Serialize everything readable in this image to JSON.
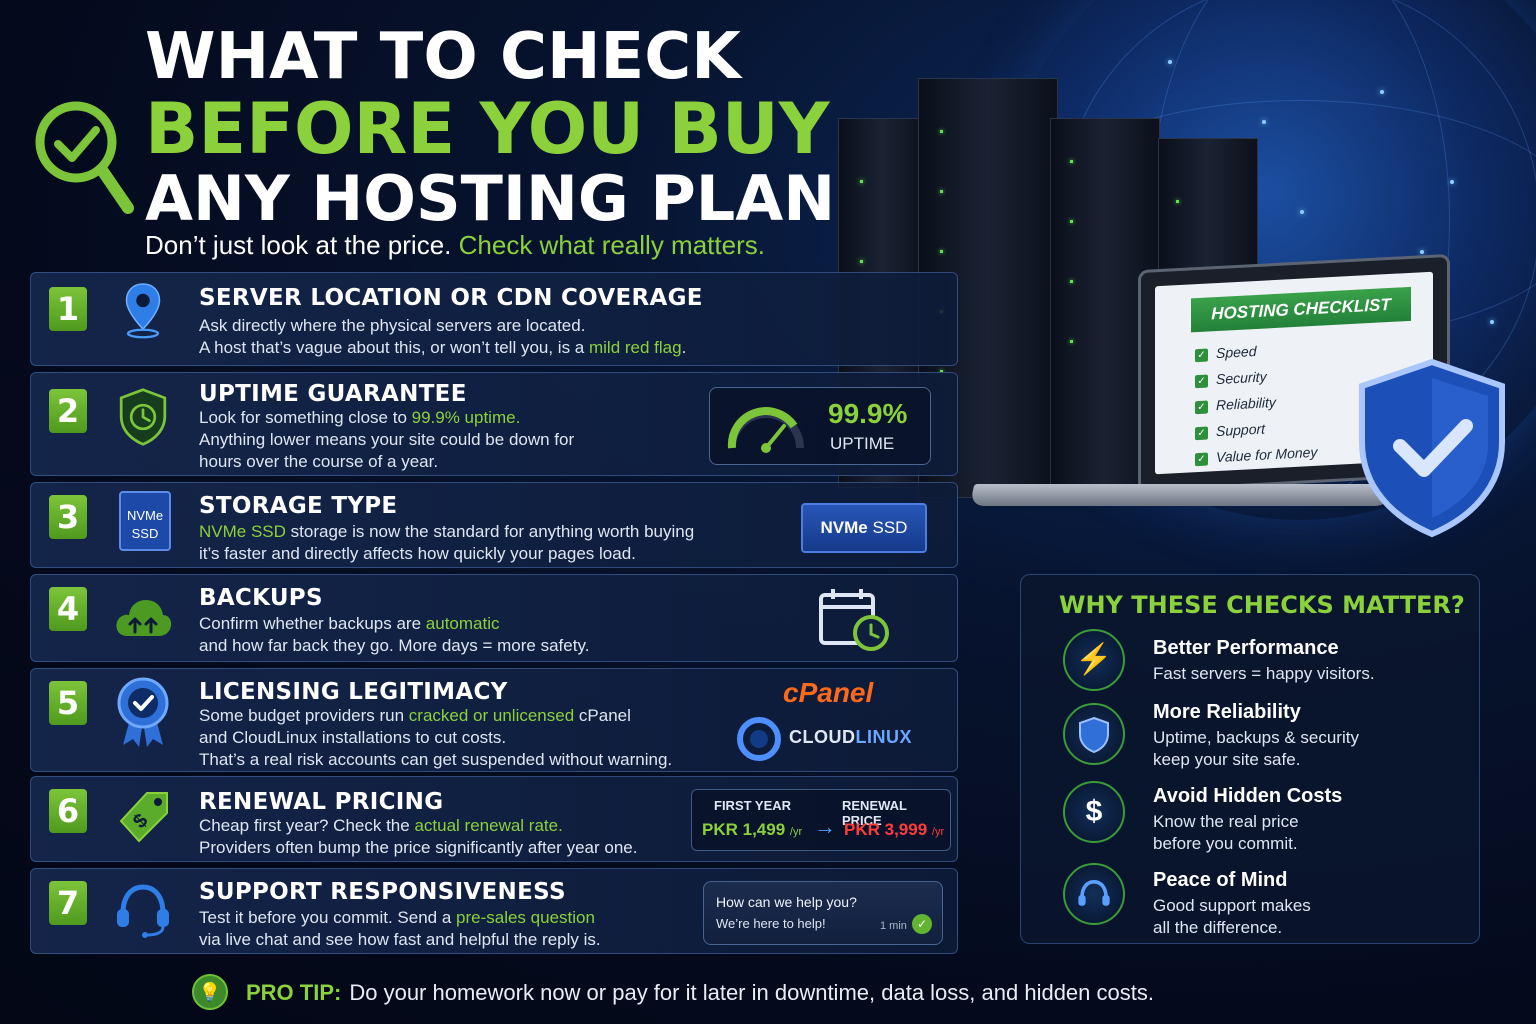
{
  "header": {
    "line1": "WHAT TO CHECK",
    "line2": "BEFORE YOU BUY",
    "line3": "ANY HOSTING PLAN",
    "subtitle_plain": "Don’t just look at the price.",
    "subtitle_green": "Check what really matters."
  },
  "colors": {
    "accent_green": "#8bd13c",
    "background": "#040a1c",
    "panel_border": "#4a6ea8",
    "price_red": "#ff3b3b"
  },
  "checklist": [
    {
      "num": "1",
      "title": "SERVER LOCATION OR CDN COVERAGE",
      "icon": "location-pin-icon",
      "line1": "Ask directly where the physical servers are located.",
      "line2_a": "A host that’s vague about this, or won’t tell you, is a ",
      "line2_b": "mild red flag",
      "line2_c": "."
    },
    {
      "num": "2",
      "title": "UPTIME GUARANTEE",
      "icon": "shield-clock-icon",
      "line1_a": "Look for something close to ",
      "line1_b": "99.9% uptime.",
      "line2": "Anything lower means your site could be down for",
      "line3": "hours over the course of a year.",
      "badge_value": "99.9%",
      "badge_label": "UPTIME"
    },
    {
      "num": "3",
      "title": "STORAGE TYPE",
      "icon": "nvme-ssd-icon",
      "icon_text_1": "NVMe",
      "icon_text_2": "SSD",
      "line1_a": "NVMe SSD",
      "line1_b": " storage is now the standard for anything worth buying",
      "line2": "it’s faster and directly affects how quickly your pages load.",
      "chip_a": "NVMe",
      "chip_b": "SSD"
    },
    {
      "num": "4",
      "title": "BACKUPS",
      "icon": "cloud-upload-icon",
      "line1_a": "Confirm whether backups are ",
      "line1_b": "automatic",
      "line2": "and how far back they go. More days = more safety."
    },
    {
      "num": "5",
      "title": "LICENSING LEGITIMACY",
      "icon": "verified-badge-icon",
      "line1_a": "Some budget providers run ",
      "line1_b": "cracked or unlicensed",
      "line1_c": " cPanel",
      "line2": "and CloudLinux installations to cut costs.",
      "line3": "That’s a real risk accounts can get suspended without warning.",
      "logo1": "cPanel",
      "logo2_a": "CLOUD",
      "logo2_b": "LINUX"
    },
    {
      "num": "6",
      "title": "RENEWAL PRICING",
      "icon": "price-tag-icon",
      "line1_a": "Cheap first year? Check the ",
      "line1_b": "actual renewal rate.",
      "line2": "Providers often bump the price significantly after year one.",
      "first_label": "FIRST YEAR",
      "first_price": "PKR 1,499",
      "first_unit": "/yr",
      "renew_label": "RENEWAL PRICE",
      "renew_price": "PKR 3,999",
      "renew_unit": "/yr"
    },
    {
      "num": "7",
      "title": "SUPPORT RESPONSIVENESS",
      "icon": "headset-icon",
      "line1_a": "Test it before you commit. Send a ",
      "line1_b": "pre-sales question",
      "line2": "via live chat and see how fast and helpful the reply is.",
      "chat_1": "How can we help you?",
      "chat_2": "We’re here to help!",
      "chat_time": "1 min"
    }
  ],
  "laptop": {
    "title": "HOSTING CHECKLIST",
    "items": [
      "Speed",
      "Security",
      "Reliability",
      "Support",
      "Value for Money"
    ]
  },
  "why": {
    "title": "WHY THESE CHECKS MATTER?",
    "items": [
      {
        "icon": "lightning-icon",
        "head": "Better Performance",
        "l1": "Fast servers = happy visitors.",
        "l2": ""
      },
      {
        "icon": "shield-icon",
        "head": "More Reliability",
        "l1": "Uptime, backups & security",
        "l2": "keep your site safe."
      },
      {
        "icon": "dollar-icon",
        "head": "Avoid Hidden Costs",
        "l1": "Know the real price",
        "l2": "before you commit."
      },
      {
        "icon": "headset-icon",
        "head": "Peace of Mind",
        "l1": "Good support makes",
        "l2": "all the difference."
      }
    ]
  },
  "tip": {
    "label": "PRO TIP:",
    "text": "Do your homework now or pay for it later in downtime, data loss, and hidden costs."
  }
}
